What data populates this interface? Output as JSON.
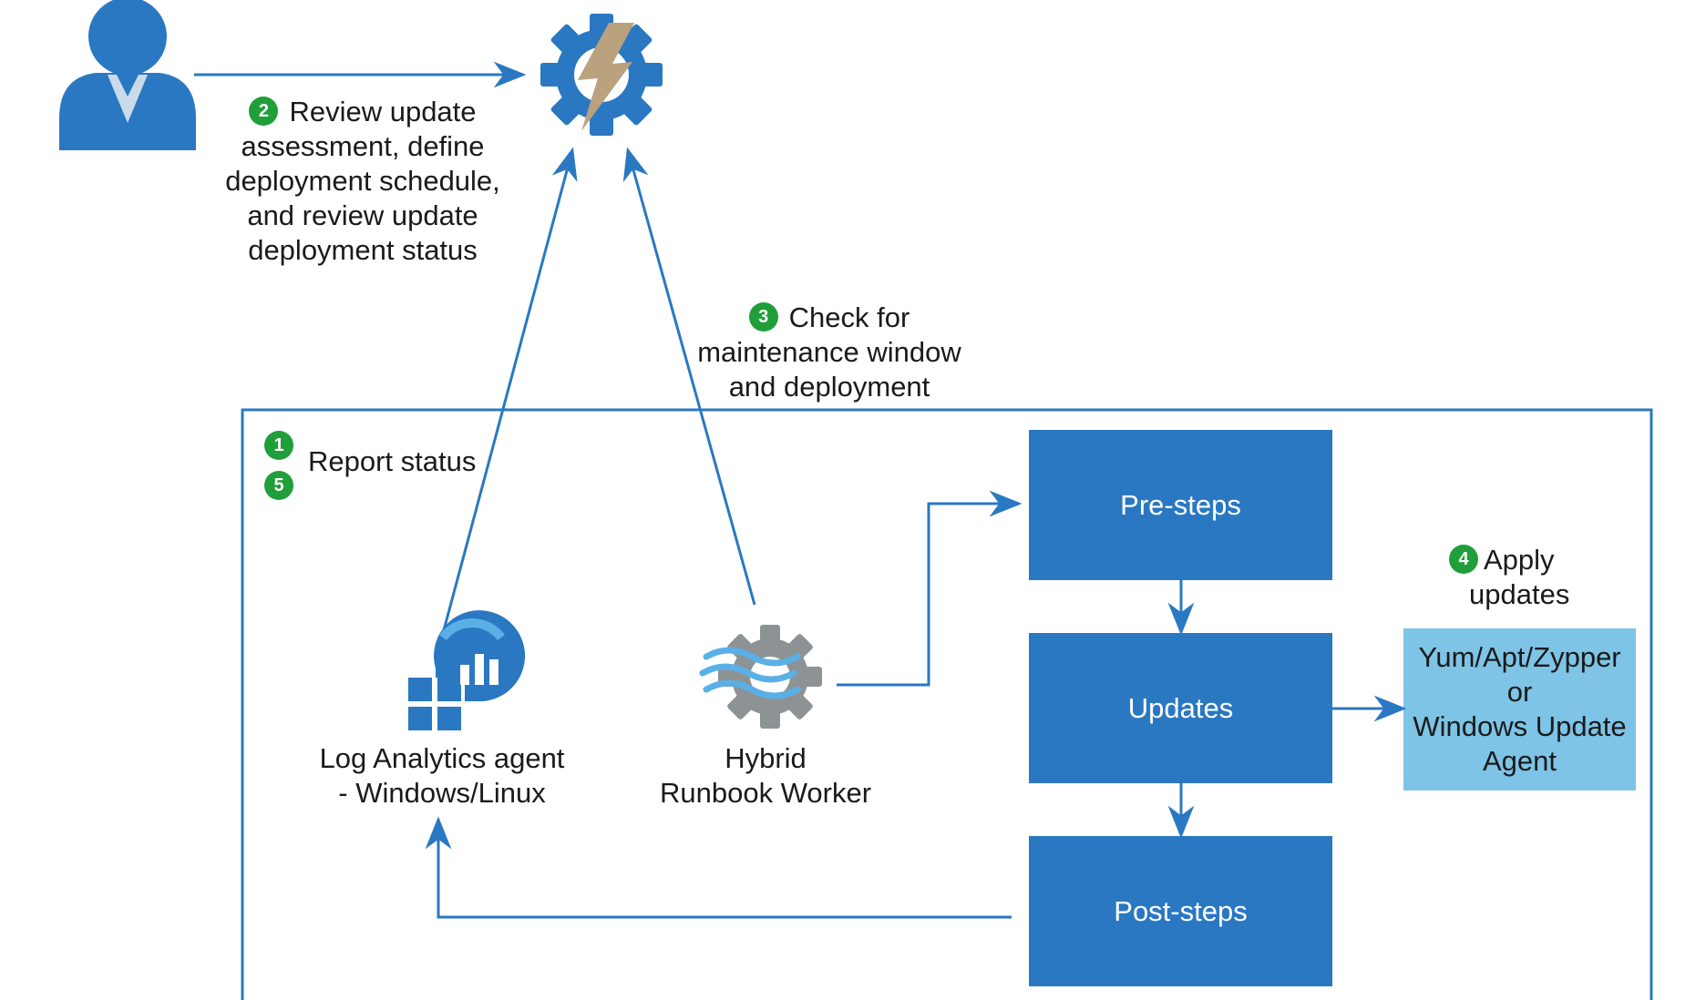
{
  "colors": {
    "primary_blue": "#2a78c2",
    "box_blue": "#2a78c2",
    "agent_box": "#7dc4e6",
    "badge_green": "#1f9e3a",
    "gear_gray": "#8d9394",
    "bolt": "#b9a27d"
  },
  "icons": {
    "user": "user-icon",
    "automation": "automation-gear-bolt-icon",
    "log_analytics": "log-analytics-icon",
    "hybrid_worker": "hybrid-runbook-worker-gear-icon"
  },
  "steps": {
    "review": {
      "badge": "2",
      "lines": [
        "Review update",
        "assessment, define",
        "deployment schedule,",
        "and review update",
        "deployment status"
      ]
    },
    "check": {
      "badge": "3",
      "lines": [
        "Check for",
        "maintenance window",
        "and deployment"
      ]
    },
    "report": {
      "badges": [
        "1",
        "5"
      ],
      "text": "Report status"
    },
    "apply": {
      "badge": "4",
      "lines": [
        "Apply",
        "updates"
      ]
    }
  },
  "components": {
    "log_analytics": {
      "lines": [
        "Log Analytics agent",
        "- Windows/Linux"
      ]
    },
    "hybrid_worker": {
      "lines": [
        "Hybrid",
        "Runbook Worker"
      ]
    }
  },
  "boxes": {
    "pre_steps": "Pre-steps",
    "updates": "Updates",
    "post_steps": "Post-steps",
    "agent": [
      "Yum/Apt/Zypper",
      "or",
      "Windows Update",
      "Agent"
    ]
  }
}
